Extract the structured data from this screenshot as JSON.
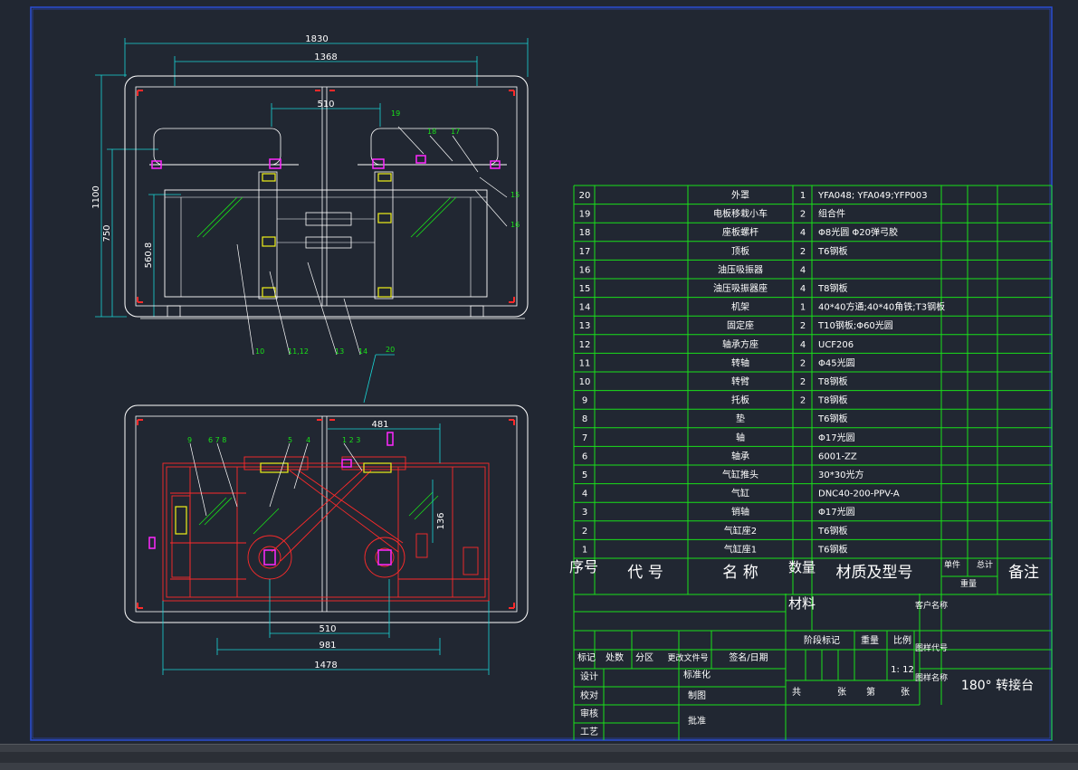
{
  "colors": {
    "background": "#212732",
    "frame": "#2b4fd6",
    "grid": "#19e019",
    "text": "#ffffff",
    "dim": "#19d6d6",
    "red": "#ff2a2a",
    "yellow": "#f0f019",
    "magenta": "#ff29ff",
    "green": "#19e019"
  },
  "top_view": {
    "dims": [
      "1830",
      "1368",
      "510",
      "1100",
      "750",
      "560.8"
    ],
    "labels": [
      "19",
      "18",
      "17",
      "15",
      "16",
      "10",
      "11,12",
      "13",
      "14",
      "20"
    ]
  },
  "bottom_view": {
    "dims": [
      "481",
      "510",
      "981",
      "1478",
      "136"
    ],
    "labels": [
      "9",
      "6 7 8",
      "5",
      "4",
      "1 2 3"
    ]
  },
  "parts": [
    {
      "no": "20",
      "name": "外罩",
      "qty": "1",
      "material": "YFA048; YFA049;YFP003"
    },
    {
      "no": "19",
      "name": "电板移栽小车",
      "qty": "2",
      "material": "组合件"
    },
    {
      "no": "18",
      "name": "座板螺杆",
      "qty": "4",
      "material": "Φ8光圆  Φ20弹弓胶"
    },
    {
      "no": "17",
      "name": "顶板",
      "qty": "2",
      "material": "T6钢板"
    },
    {
      "no": "16",
      "name": "油压吸振器",
      "qty": "4",
      "material": ""
    },
    {
      "no": "15",
      "name": "油压吸振器座",
      "qty": "4",
      "material": "T8钢板"
    },
    {
      "no": "14",
      "name": "机架",
      "qty": "1",
      "material": "40*40方通;40*40角铁;T3钢板"
    },
    {
      "no": "13",
      "name": "固定座",
      "qty": "2",
      "material": "T10钢板;Φ60光圆"
    },
    {
      "no": "12",
      "name": "轴承方座",
      "qty": "4",
      "material": "UCF206"
    },
    {
      "no": "11",
      "name": "转轴",
      "qty": "2",
      "material": "Φ45光圆"
    },
    {
      "no": "10",
      "name": "转臂",
      "qty": "2",
      "material": "T8钢板"
    },
    {
      "no": "9",
      "name": "托板",
      "qty": "2",
      "material": "T8钢板"
    },
    {
      "no": "8",
      "name": "垫",
      "qty": "",
      "material": "T6钢板"
    },
    {
      "no": "7",
      "name": "轴",
      "qty": "",
      "material": "Φ17光圆"
    },
    {
      "no": "6",
      "name": "轴承",
      "qty": "",
      "material": "6001-ZZ"
    },
    {
      "no": "5",
      "name": "气缸推头",
      "qty": "",
      "material": "30*30光方"
    },
    {
      "no": "4",
      "name": "气缸",
      "qty": "",
      "material": "DNC40-200-PPV-A"
    },
    {
      "no": "3",
      "name": "销轴",
      "qty": "",
      "material": "Φ17光圆"
    },
    {
      "no": "2",
      "name": "气缸座2",
      "qty": "",
      "material": "T6钢板"
    },
    {
      "no": "1",
      "name": "气缸座1",
      "qty": "",
      "material": "T6钢板"
    }
  ],
  "header": {
    "seq": "序号",
    "code": "代  号",
    "name": "名  称",
    "qty": "数量",
    "material": "材质及型号",
    "unit_weight": "单件",
    "total_weight": "总计",
    "weight": "重量",
    "remark": "备注"
  },
  "title_block": {
    "material_label": "材料",
    "customer_name": "客户名称",
    "mark": "标记",
    "count": "处数",
    "zone": "分区",
    "change_doc": "更改文件号",
    "sign_date": "签名/日期",
    "stage_mark": "阶段标记",
    "weight": "重量",
    "scale_label": "比例",
    "scale": "1: 12",
    "drawing_code": "图样代号",
    "design": "设计",
    "standard": "标准化",
    "check": "校对",
    "draw": "制图",
    "review": "审核",
    "approve": "批准",
    "process": "工艺",
    "total": "共",
    "sheets": "张",
    "sheet_no": "第",
    "drawing_name_label": "图样名称",
    "drawing_name": "180° 转接台"
  }
}
